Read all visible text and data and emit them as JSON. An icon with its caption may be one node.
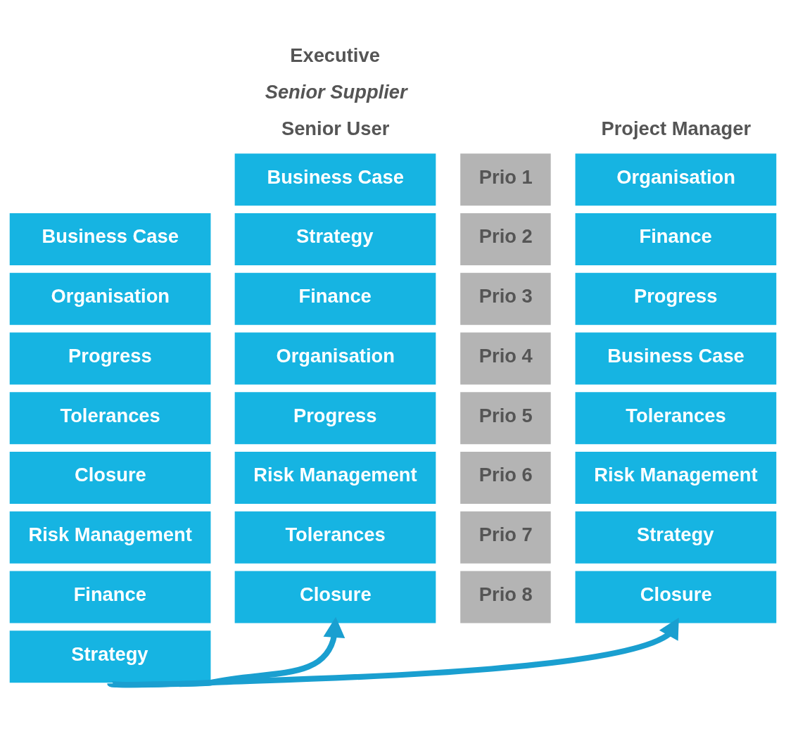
{
  "diagram": {
    "nodes": [
      {
        "text": [
          "Business Case"
        ]
      },
      {
        "text": [
          "Organisation"
        ]
      },
      {
        "text": [
          "Progress"
        ]
      },
      {
        "text": [
          "Tolerances"
        ]
      },
      {
        "text": [
          "Closure"
        ]
      },
      {
        "text": [
          "Risk Management"
        ]
      },
      {
        "text": [
          "Finance"
        ]
      },
      {
        "text": [
          "Strategy"
        ]
      },
      {
        "text": [
          "Business Case"
        ]
      },
      {
        "text": [
          "Strategy"
        ]
      },
      {
        "text": [
          "Finance"
        ]
      },
      {
        "text": [
          "Organisation"
        ]
      },
      {
        "text": [
          "Progress"
        ]
      },
      {
        "text": [
          "Risk Management"
        ]
      },
      {
        "text": [
          "Tolerances"
        ]
      },
      {
        "text": [
          "Closure"
        ]
      },
      {
        "text": [
          "Prio 1"
        ]
      },
      {
        "text": [
          "Prio 2"
        ]
      },
      {
        "text": [
          "Prio 3"
        ]
      },
      {
        "text": [
          "Prio 4"
        ]
      },
      {
        "text": [
          "Prio 5"
        ]
      },
      {
        "text": [
          "Prio 6"
        ]
      },
      {
        "text": [
          "Prio 7"
        ]
      },
      {
        "text": [
          "Prio 8"
        ]
      },
      {
        "text": [
          "Organisation"
        ]
      },
      {
        "text": [
          "Finance"
        ]
      },
      {
        "text": [
          "Progress"
        ]
      },
      {
        "text": [
          "Business Case"
        ]
      },
      {
        "text": [
          "Tolerances"
        ]
      },
      {
        "text": [
          "Risk Management"
        ]
      },
      {
        "text": [
          "Strategy"
        ]
      },
      {
        "text": [
          "Closure"
        ]
      }
    ],
    "edges": [
      {
        "from": 7,
        "to": 15,
        "arrow": "to"
      },
      {
        "from": 7,
        "to": 31,
        "arrow": "to"
      }
    ],
    "labels": [
      "Executive",
      "Senior Supplier",
      "Senior User",
      "Project Manager"
    ]
  }
}
